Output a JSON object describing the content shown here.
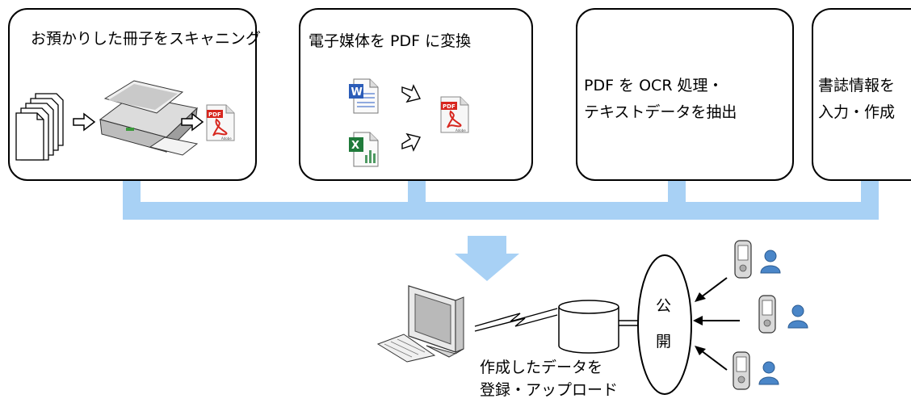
{
  "steps": [
    {
      "id": "scan",
      "lines": [
        "お預かりした冊子をスキャニング"
      ]
    },
    {
      "id": "convert",
      "lines": [
        "電子媒体を PDF に変換"
      ]
    },
    {
      "id": "ocr",
      "lines": [
        "PDF を OCR 処理・",
        "テキストデータを抽出"
      ]
    },
    {
      "id": "biblio",
      "lines": [
        "書誌情報を",
        "入力・作成"
      ]
    }
  ],
  "publish": {
    "char1": "公",
    "char2": "開"
  },
  "register": {
    "line1": "作成したデータを",
    "line2": "登録・アップロード"
  },
  "icons": {
    "pdf_label": "PDF",
    "adobe_label": "Adobe",
    "word_letter": "W",
    "excel_letter": "X"
  },
  "colors": {
    "connector": "#a8d1f5",
    "pdf_red": "#d7261e",
    "word_blue": "#2b5cb8",
    "excel_green": "#1f7a3a",
    "user_blue": "#4a86c8"
  }
}
